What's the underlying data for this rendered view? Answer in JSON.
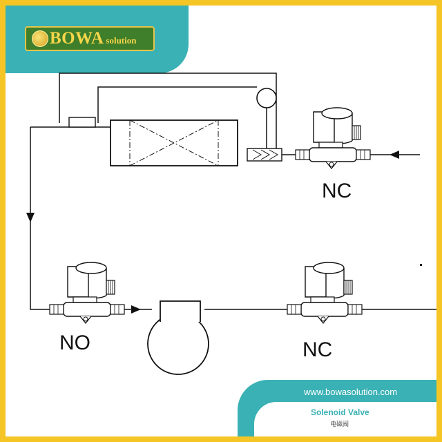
{
  "header": {
    "brand": "BOWA",
    "brand_suffix": "solution"
  },
  "diagram": {
    "valve_labels": {
      "top_right": "NC",
      "bottom_left": "NO",
      "bottom_right": "NC"
    }
  },
  "footer": {
    "website": "www.bowasolution.com",
    "caption": "Solenoid Valve",
    "caption_cn": "电磁阀"
  },
  "colors": {
    "border": "#f4c524",
    "accent": "#3ab1b5",
    "logo_bg": "#3f7e2a",
    "logo_text": "#f6d64a",
    "line": "#111111"
  },
  "icons": {
    "logo": "logo-ball-icon",
    "valve": "solenoid-valve-icon",
    "flow": "flow-arrow-icon",
    "expansion": "expansion-valve-icon",
    "compressor": "compressor-icon",
    "exchanger": "heat-exchanger-icon"
  }
}
